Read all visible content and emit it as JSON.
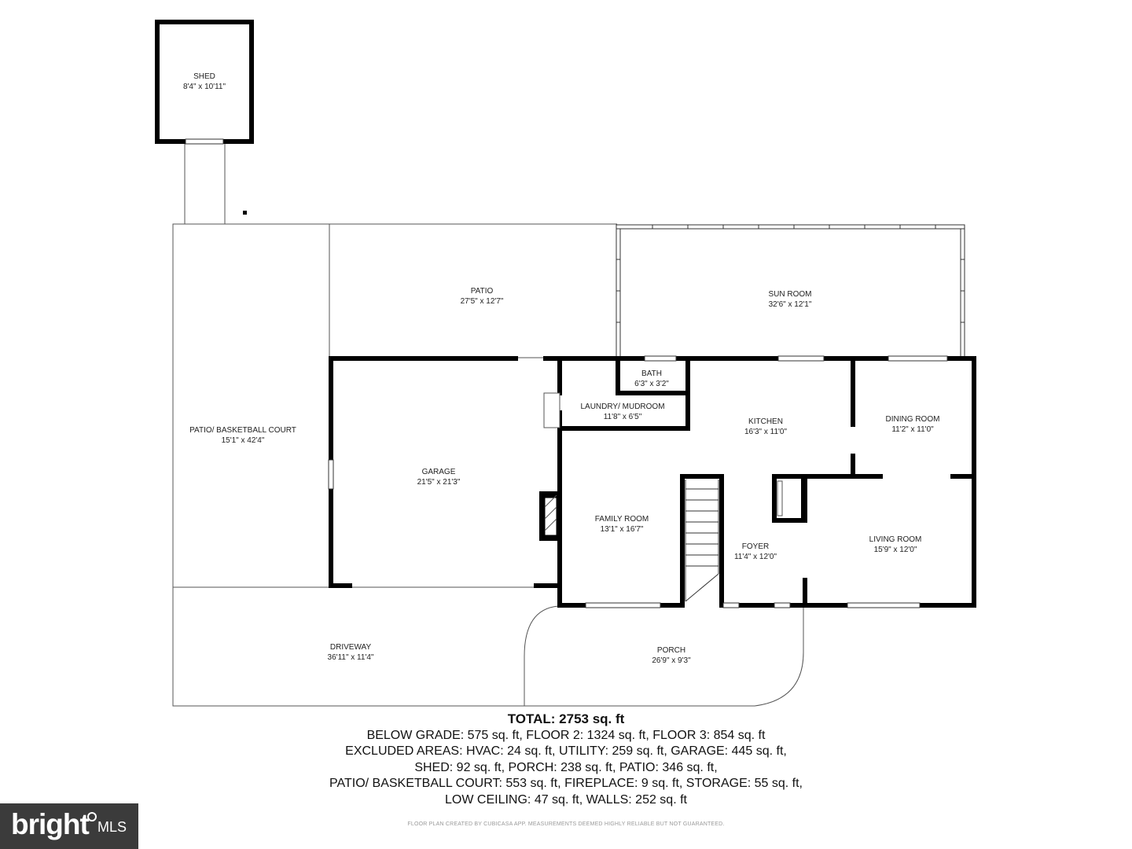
{
  "rooms": {
    "shed": {
      "name": "SHED",
      "dim": "8'4\" x 10'11\""
    },
    "patio_top": {
      "name": "PATIO",
      "dim": "27'5\" x 12'7\""
    },
    "sun_room": {
      "name": "SUN ROOM",
      "dim": "32'6\" x 12'1\""
    },
    "patio_court": {
      "name": "PATIO/ BASKETBALL COURT",
      "dim": "15'1\" x 42'4\""
    },
    "bath": {
      "name": "BATH",
      "dim": "6'3\" x 3'2\""
    },
    "laundry": {
      "name": "LAUNDRY/ MUDROOM",
      "dim": "11'8\" x 6'5\""
    },
    "kitchen": {
      "name": "KITCHEN",
      "dim": "16'3\" x 11'0\""
    },
    "dining": {
      "name": "DINING ROOM",
      "dim": "11'2\" x 11'0\""
    },
    "garage": {
      "name": "GARAGE",
      "dim": "21'5\" x 21'3\""
    },
    "family": {
      "name": "FAMILY ROOM",
      "dim": "13'1\" x 16'7\""
    },
    "foyer": {
      "name": "FOYER",
      "dim": "11'4\" x 12'0\""
    },
    "living": {
      "name": "LIVING ROOM",
      "dim": "15'9\" x 12'0\""
    },
    "driveway": {
      "name": "DRIVEWAY",
      "dim": "36'11\" x 11'4\""
    },
    "porch": {
      "name": "PORCH",
      "dim": "26'9\" x 9'3\""
    }
  },
  "summary": {
    "total": "TOTAL: 2753 sq. ft",
    "lines": [
      "BELOW GRADE: 575 sq. ft, FLOOR 2: 1324 sq. ft, FLOOR 3: 854 sq. ft",
      "EXCLUDED AREAS: HVAC: 24 sq. ft, UTILITY: 259 sq. ft, GARAGE: 445 sq. ft,",
      "SHED: 92 sq. ft, PORCH: 238 sq. ft, PATIO: 346 sq. ft,",
      "PATIO/ BASKETBALL COURT: 553 sq. ft, FIREPLACE: 9 sq. ft, STORAGE: 55 sq. ft,",
      "LOW CEILING: 47 sq. ft, WALLS: 252 sq. ft"
    ]
  },
  "disclaimer": "FLOOR PLAN CREATED BY CUBICASA APP. MEASUREMENTS DEEMED HIGHLY RELIABLE BUT NOT GUARANTEED.",
  "brand": {
    "word": "bright",
    "mls": "MLS"
  },
  "colors": {
    "wall": "#000000",
    "thin_line": "#555555",
    "background": "#ffffff",
    "brand_bg": "#3b3b3b"
  }
}
